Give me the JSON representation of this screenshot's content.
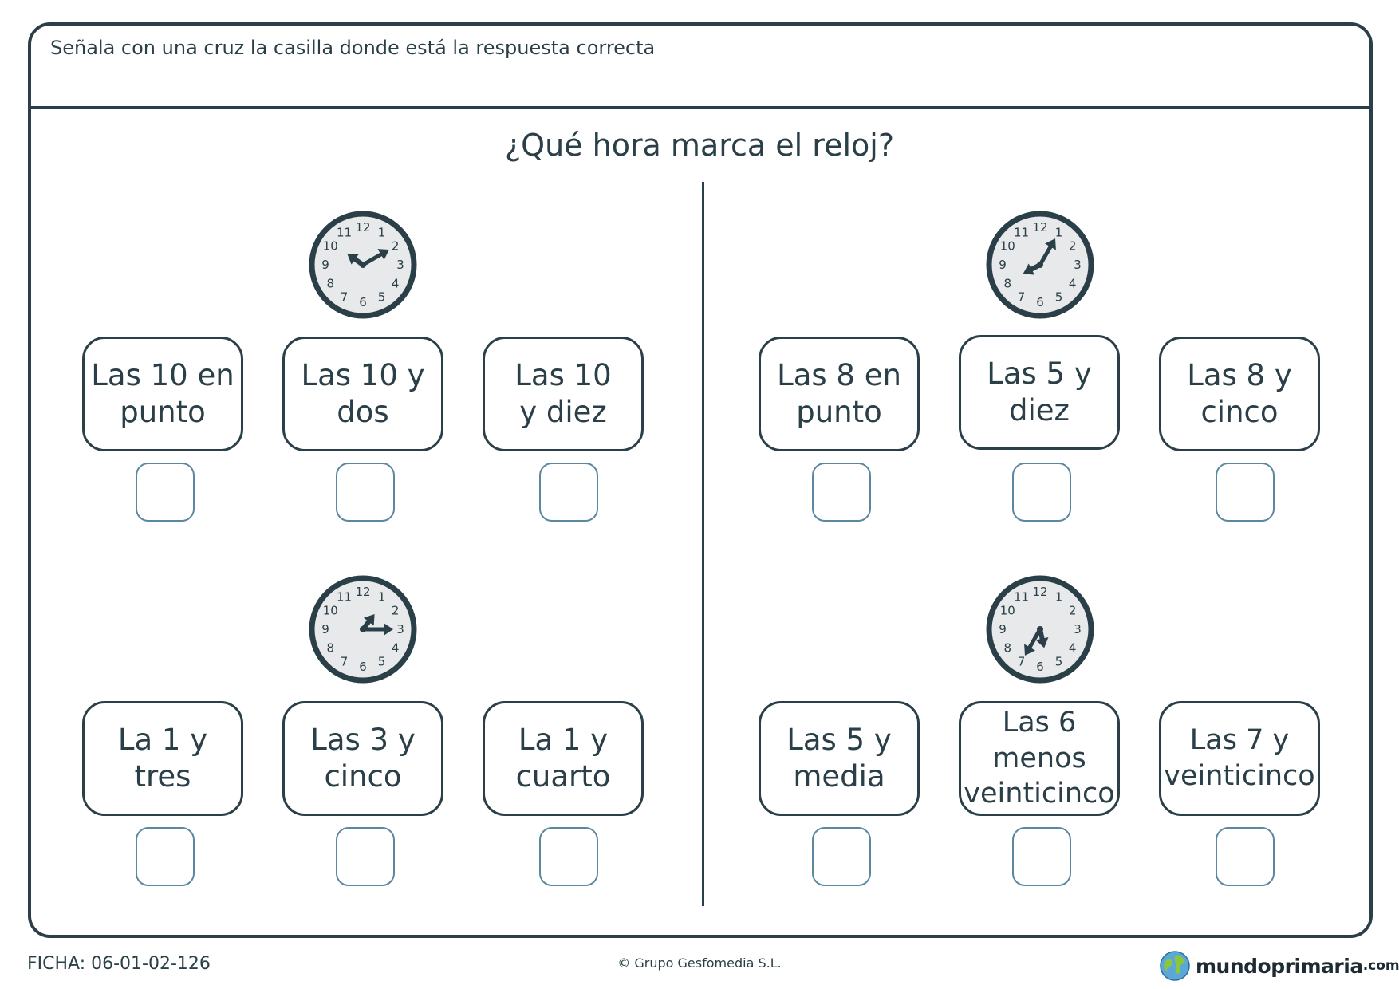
{
  "instruction": "Señala con una cruz la casilla donde está la respuesta correcta",
  "question": "¿Qué hora marca el reloj?",
  "clock_numbers": [
    "12",
    "1",
    "2",
    "3",
    "4",
    "5",
    "6",
    "7",
    "8",
    "9",
    "10",
    "11"
  ],
  "exercises": [
    {
      "clock": {
        "hour": 10,
        "minute": 10
      },
      "options": [
        {
          "line1": "Las 10 en",
          "line2": "punto"
        },
        {
          "line1": "Las 10 y",
          "line2": "dos"
        },
        {
          "line1": "Las 10",
          "line2": "y diez"
        }
      ]
    },
    {
      "clock": {
        "hour": 8,
        "minute": 5
      },
      "options": [
        {
          "line1": "Las 8 en",
          "line2": "punto"
        },
        {
          "line1": "Las 5 y",
          "line2": "diez"
        },
        {
          "line1": "Las 8 y",
          "line2": "cinco"
        }
      ]
    },
    {
      "clock": {
        "hour": 1,
        "minute": 15
      },
      "options": [
        {
          "line1": "La 1 y",
          "line2": "tres"
        },
        {
          "line1": "Las 3 y",
          "line2": "cinco"
        },
        {
          "line1": "La 1 y",
          "line2": "cuarto"
        }
      ]
    },
    {
      "clock": {
        "hour": 5,
        "minute": 35
      },
      "options": [
        {
          "line1": "Las 5 y",
          "line2": "media"
        },
        {
          "line1": "Las 6",
          "line2": "menos",
          "line3": "veinticinco"
        },
        {
          "line1": "Las 7 y",
          "line2": "veinticinco"
        }
      ]
    }
  ],
  "footer": {
    "sheet_id": "FICHA: 06-01-02-126",
    "copyright": "© Grupo Gesfomedia S.L.",
    "logo_text": "mundoprimaria",
    "logo_tld": ".com"
  }
}
